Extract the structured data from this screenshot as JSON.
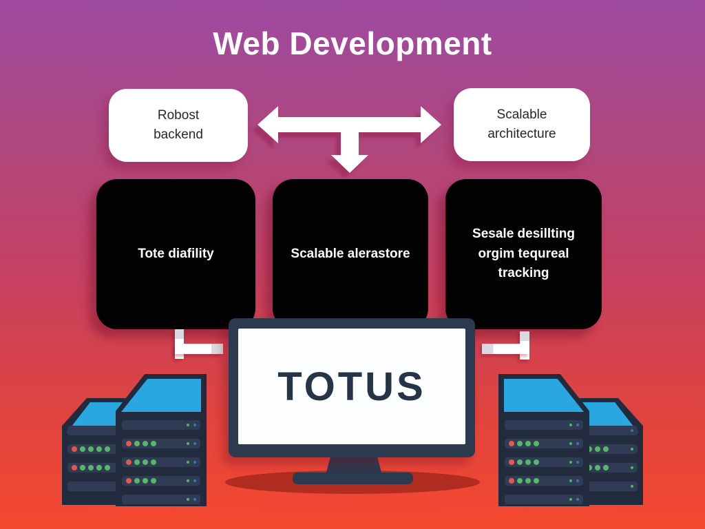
{
  "title": "Web Development",
  "top_row": {
    "left": "Robost backend",
    "right": "Scalable architecture"
  },
  "features": [
    "Tote diafility",
    "Scalable alerastore",
    "Sesale desillting orgim tequreal tracking"
  ],
  "monitor": {
    "brand": "TOTUS"
  },
  "icons": {
    "flow_arrow": "t-shaped-double-arrow",
    "servers_left": "server-rack-cluster",
    "servers_right": "server-rack-cluster",
    "monitor": "desktop-monitor"
  },
  "colors": {
    "background_top": "#9e4aa3",
    "background_middle": "#c44064",
    "background_bottom": "#f4482f",
    "card_white": "#ffffff",
    "feature_black": "#020202",
    "monitor_navy": "#2c3a50",
    "server_blue": "#2aa7e0",
    "led_orange": "#e05a4a",
    "led_green": "#57b768",
    "text_light": "#ffffff",
    "text_dark": "#26262e"
  }
}
